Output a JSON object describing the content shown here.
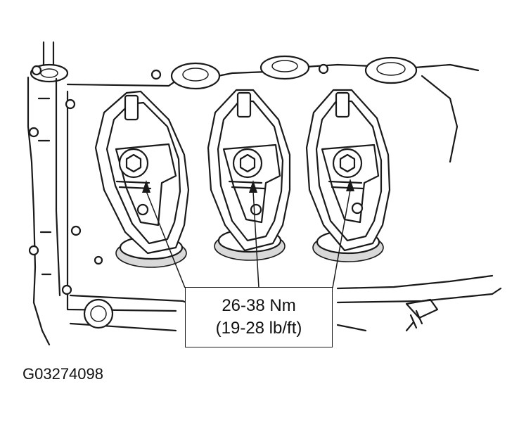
{
  "callout": {
    "torque_nm": "26-38 Nm",
    "torque_lbft": "(19-28 lb/ft)"
  },
  "figure_id": "G03274098",
  "colors": {
    "line": "#1a1a1a",
    "background": "#ffffff",
    "shade": "#d9d9d9"
  },
  "parts": {
    "count": 3,
    "fastener_icon": "hex-bolt-icon",
    "pointer_icon": "arrow-up-icon"
  }
}
